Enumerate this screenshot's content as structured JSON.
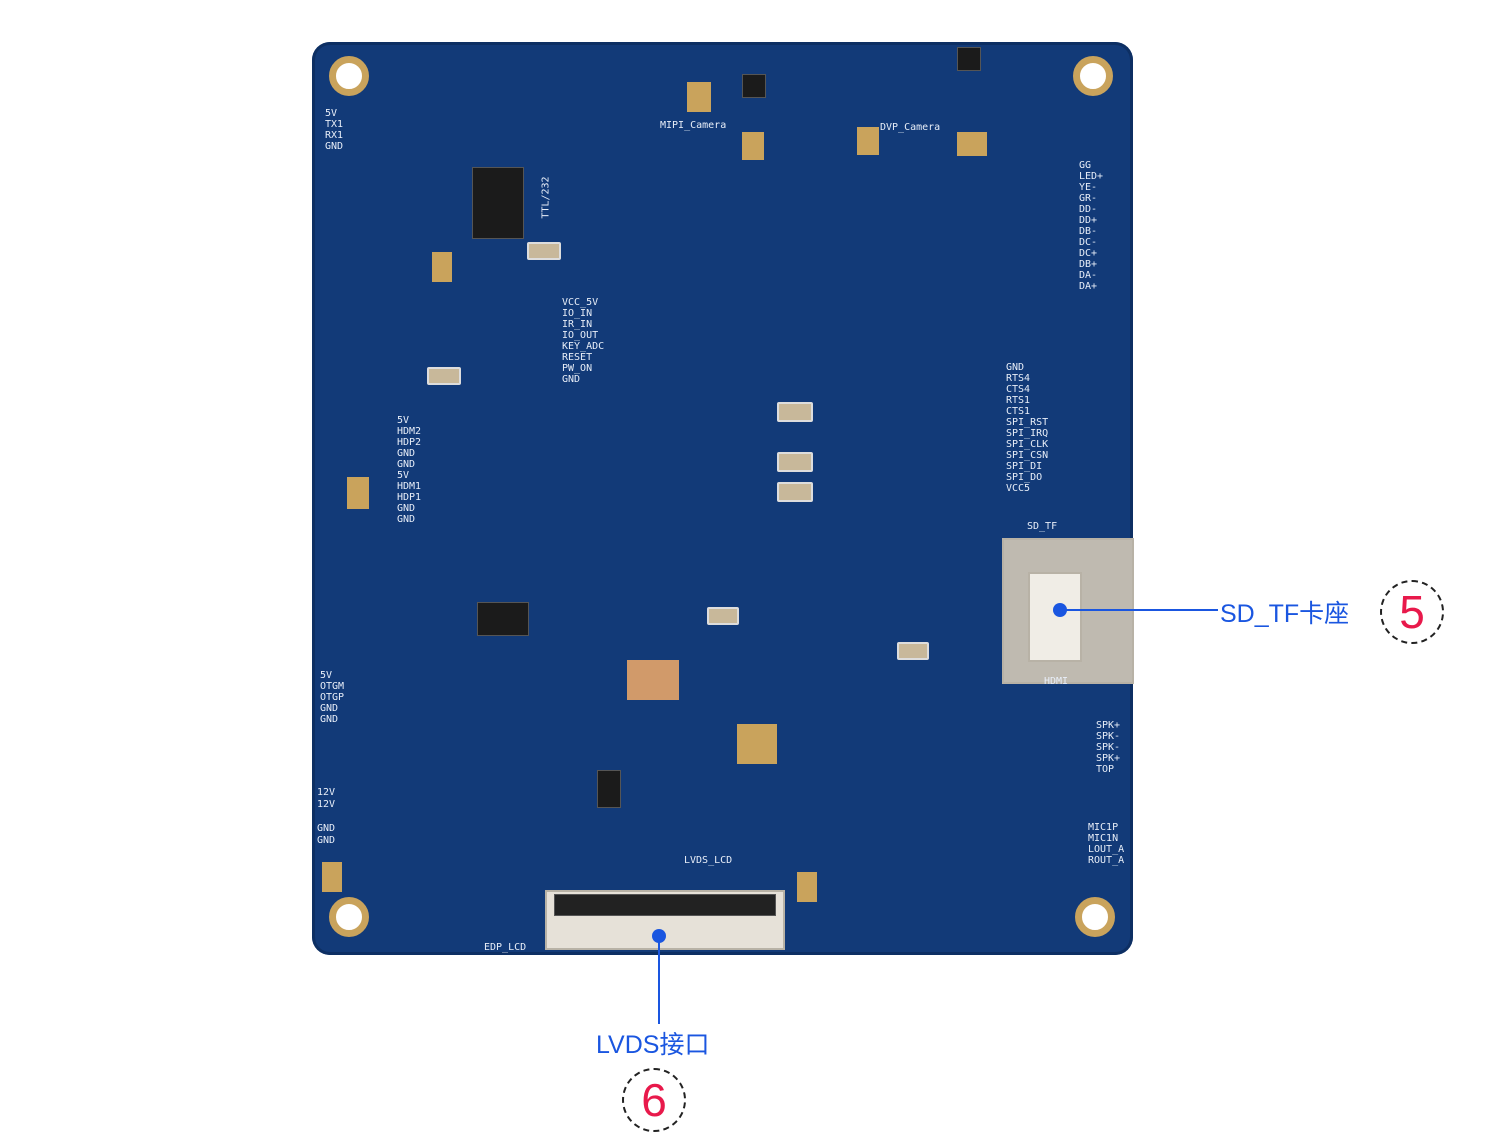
{
  "board_labels": {
    "mipi": "MIPI_Camera",
    "dvp": "DVP_Camera",
    "lvds_lcd": "LVDS_LCD",
    "edp_lcd": "EDP_LCD",
    "sd_tf": "SD_TF",
    "hdmi": "HDMI",
    "ttl": "TTL/232",
    "uart_left": "5V\nTX1\nRX1\nGND",
    "io_block": "VCC_5V\nIO_IN\nIR_IN\nIO_OUT\nKEY_ADC\nRESET\nPW_ON\nGND",
    "right_block": "GG\nLED+\nYE-\nGR-\nDD-\nDD+\nDB-\nDC-\nDC+\nDB+\nDA-\nDA+",
    "spi_block": "GND\nRTS4\nCTS4\nRTS1\nCTS1\nSPI_RST\nSPI_IRQ\nSPI_CLK\nSPI_CSN\nSPI_DI\nSPI_DO\nVCC5",
    "usb_block": "5V\nHDM2\nHDP2\nGND\nGND\n5V\nHDM1\nHDP1\nGND\nGND",
    "otg_block": "5V\nOTGM\nOTGP\nGND\nGND",
    "power_block": "12V\n12V\n\nGND\nGND",
    "spk_block": "SPK+\nSPK-\nSPK-\nSPK+\nTOP",
    "mic_block": "MIC1P\nMIC1N\nLOUT_A\nROUT_A"
  },
  "callouts": [
    {
      "label": "SD_TF卡座",
      "number": "5"
    },
    {
      "label": "LVDS接口",
      "number": "6"
    }
  ],
  "colors": {
    "board": "#123a78",
    "callout_text": "#1a56e0",
    "number": "#e8194b"
  }
}
